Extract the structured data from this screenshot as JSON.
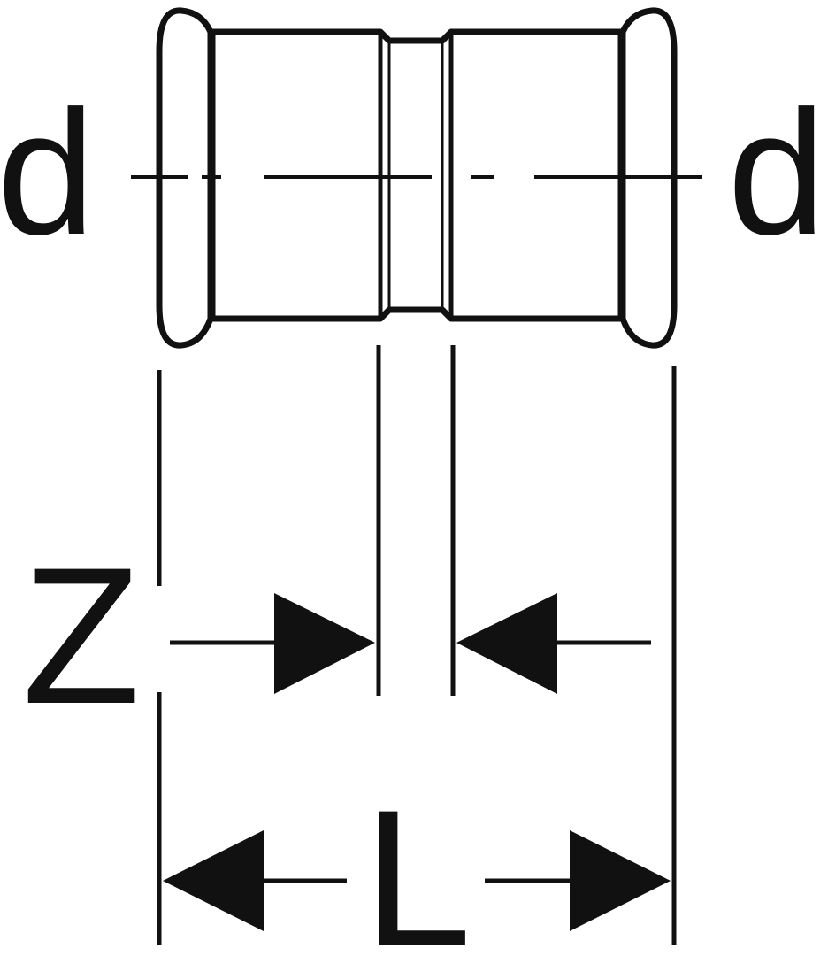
{
  "labels": {
    "d_left": "d",
    "d_right": "d",
    "z": "Z",
    "l": "L"
  },
  "colors": {
    "ink": "#111111",
    "background": "#ffffff"
  }
}
